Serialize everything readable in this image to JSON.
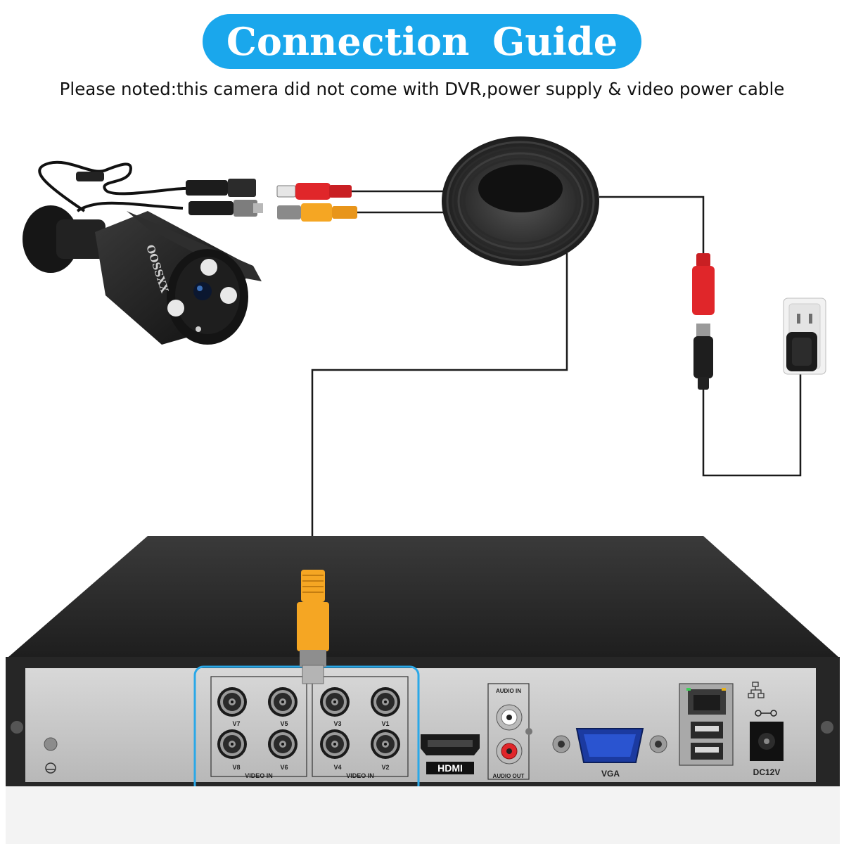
{
  "header": {
    "title": "Connection  Guide",
    "note": "Please noted:this camera did not come with DVR,power supply & video power cable"
  },
  "camera": {
    "brand": "OOSSXX"
  },
  "dvr": {
    "audio_in_label": "AUDIO IN",
    "audio_out_label": "AUDIO OUT",
    "hdmi_label": "HDMI",
    "vga_label": "VGA",
    "power_label": "DC12V",
    "video_group_labels": [
      "VIDEO IN",
      "VIDEO IN"
    ],
    "channel_labels": [
      "V7",
      "V5",
      "V3",
      "V1",
      "V8",
      "V6",
      "V4",
      "V2"
    ]
  },
  "colors": {
    "accent": "#1aa7ec",
    "highlight_border": "#2aa8e8",
    "bnc_connector": "#f5a623",
    "power_connector": "#e0262a",
    "dvr_body": "#2a2a2a",
    "dvr_panel": "#c9c9c9"
  }
}
